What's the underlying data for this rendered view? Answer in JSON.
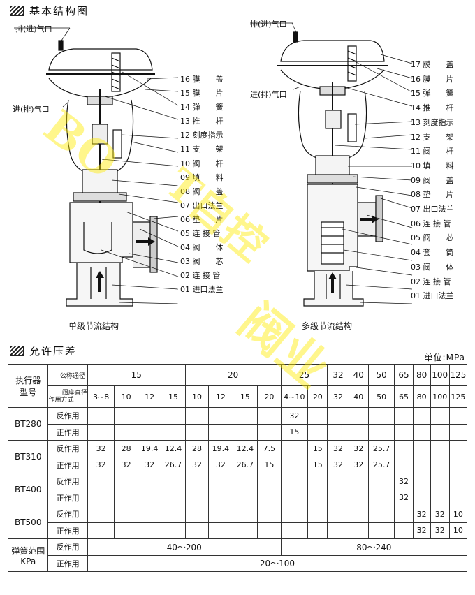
{
  "section1": {
    "title": "基本结构图"
  },
  "left_diagram": {
    "caption": "单级节流结构",
    "exhaust_label": "排(进)气口",
    "inlet_label": "进(排)气口",
    "parts": [
      "16 膜　　盖",
      "15 膜　　片",
      "14 弹　　簧",
      "13 推　　杆",
      "12 刻度指示",
      "11 支　　架",
      "10 阀　　杆",
      "09 填　　料",
      "08 阀　　盖",
      "07 出口法兰",
      "06 垫　　片",
      "05 连 接 管",
      "04 阀　　体",
      "03 阀　　芯",
      "02 连 接 管",
      "01 进口法兰"
    ]
  },
  "right_diagram": {
    "caption": "多级节流结构",
    "exhaust_label": "排(进)气口",
    "inlet_label": "进(排)气口",
    "parts": [
      "17 膜　　盖",
      "16 膜　　片",
      "15 弹　　簧",
      "14 推　　杆",
      "13 刻度指示",
      "12 支　　架",
      "11 阀　　杆",
      "10 填　　料",
      "09 阀　　盖",
      "08 垫　　片",
      "07 出口法兰",
      "06 连 接 管",
      "05 阀　　芯",
      "04 套　　筒",
      "03 阀　　体",
      "02 连 接 管",
      "01 进口法兰"
    ]
  },
  "section2": {
    "title": "允许压差",
    "unit": "单位:MPa"
  },
  "table": {
    "corner": {
      "actuator": "执行器型号",
      "nominal": "公称通径",
      "seat": "阀座直径",
      "mode": "作用方式"
    },
    "dn_groups": [
      {
        "label": "15",
        "span": 4
      },
      {
        "label": "20",
        "span": 4
      },
      {
        "label": "25",
        "span": 2
      },
      {
        "label": "32",
        "span": 1
      },
      {
        "label": "40",
        "span": 1
      },
      {
        "label": "50",
        "span": 1
      },
      {
        "label": "65",
        "span": 1
      },
      {
        "label": "80",
        "span": 1
      },
      {
        "label": "100",
        "span": 1
      },
      {
        "label": "125",
        "span": 1
      }
    ],
    "seats": [
      "3~8",
      "10",
      "12",
      "15",
      "10",
      "12",
      "15",
      "20",
      "4~10",
      "20",
      "32",
      "40",
      "50",
      "65",
      "80",
      "100",
      "125"
    ],
    "models": [
      {
        "name": "BT280",
        "rows": [
          {
            "mode": "反作用",
            "values": [
              "",
              "",
              "",
              "",
              "",
              "",
              "",
              "",
              "32",
              "",
              "",
              "",
              "",
              "",
              "",
              "",
              ""
            ]
          },
          {
            "mode": "正作用",
            "values": [
              "",
              "",
              "",
              "",
              "",
              "",
              "",
              "",
              "15",
              "",
              "",
              "",
              "",
              "",
              "",
              "",
              ""
            ]
          }
        ]
      },
      {
        "name": "BT310",
        "rows": [
          {
            "mode": "反作用",
            "values": [
              "32",
              "28",
              "19.4",
              "12.4",
              "28",
              "19.4",
              "12.4",
              "7.5",
              "",
              "15",
              "32",
              "32",
              "25.7",
              "",
              "",
              "",
              ""
            ]
          },
          {
            "mode": "正作用",
            "values": [
              "32",
              "32",
              "32",
              "26.7",
              "32",
              "32",
              "26.7",
              "15",
              "",
              "15",
              "32",
              "32",
              "25.7",
              "",
              "",
              "",
              ""
            ]
          }
        ]
      },
      {
        "name": "BT400",
        "rows": [
          {
            "mode": "反作用",
            "values": [
              "",
              "",
              "",
              "",
              "",
              "",
              "",
              "",
              "",
              "",
              "",
              "",
              "",
              "32",
              "",
              "",
              ""
            ]
          },
          {
            "mode": "正作用",
            "values": [
              "",
              "",
              "",
              "",
              "",
              "",
              "",
              "",
              "",
              "",
              "",
              "",
              "",
              "32",
              "",
              "",
              ""
            ]
          }
        ]
      },
      {
        "name": "BT500",
        "rows": [
          {
            "mode": "反作用",
            "values": [
              "",
              "",
              "",
              "",
              "",
              "",
              "",
              "",
              "",
              "",
              "",
              "",
              "",
              "",
              "32",
              "32",
              "10"
            ]
          },
          {
            "mode": "正作用",
            "values": [
              "",
              "",
              "",
              "",
              "",
              "",
              "",
              "",
              "",
              "",
              "",
              "",
              "",
              "",
              "32",
              "32",
              "10"
            ]
          }
        ]
      }
    ],
    "spring": {
      "label": "弹簧范围KPa",
      "rows": [
        {
          "mode": "反作用",
          "segments": [
            {
              "text": "40～200",
              "span": 8
            },
            {
              "text": "80～240",
              "span": 9
            }
          ]
        },
        {
          "mode": "正作用",
          "segments": [
            {
              "text": "20～100",
              "span": 17
            }
          ]
        }
      ]
    }
  },
  "watermark": {
    "text": "BOT自控阀业"
  }
}
